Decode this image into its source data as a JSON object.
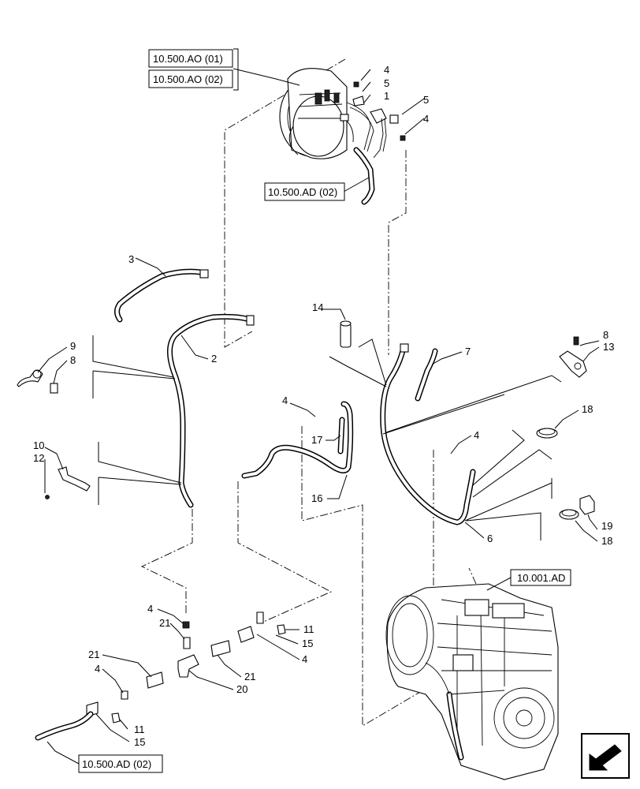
{
  "references": {
    "ao_01": "10.500.AO (01)",
    "ao_02": "10.500.AO (02)",
    "ad_02_top": "10.500.AD (02)",
    "ad_001": "10.001.AD",
    "ad_02_bottom": "10.500.AD (02)"
  },
  "callouts": {
    "c1": "1",
    "c2": "2",
    "c3": "3",
    "c4_a": "4",
    "c4_b": "4",
    "c4_c": "4",
    "c4_d": "4",
    "c4_e": "4",
    "c4_f": "4",
    "c4_g": "4",
    "c5_a": "5",
    "c5_b": "5",
    "c6": "6",
    "c7": "7",
    "c8_a": "8",
    "c8_b": "8",
    "c9": "9",
    "c10": "10",
    "c11_a": "11",
    "c11_b": "11",
    "c12": "12",
    "c13": "13",
    "c14": "14",
    "c15_a": "15",
    "c15_b": "15",
    "c16": "16",
    "c17": "17",
    "c18_a": "18",
    "c18_b": "18",
    "c19": "19",
    "c20": "20",
    "c21_a": "21",
    "c21_b": "21",
    "c21_c": "21"
  },
  "icons": {
    "nav_arrow": "arrow-down-left-icon"
  }
}
